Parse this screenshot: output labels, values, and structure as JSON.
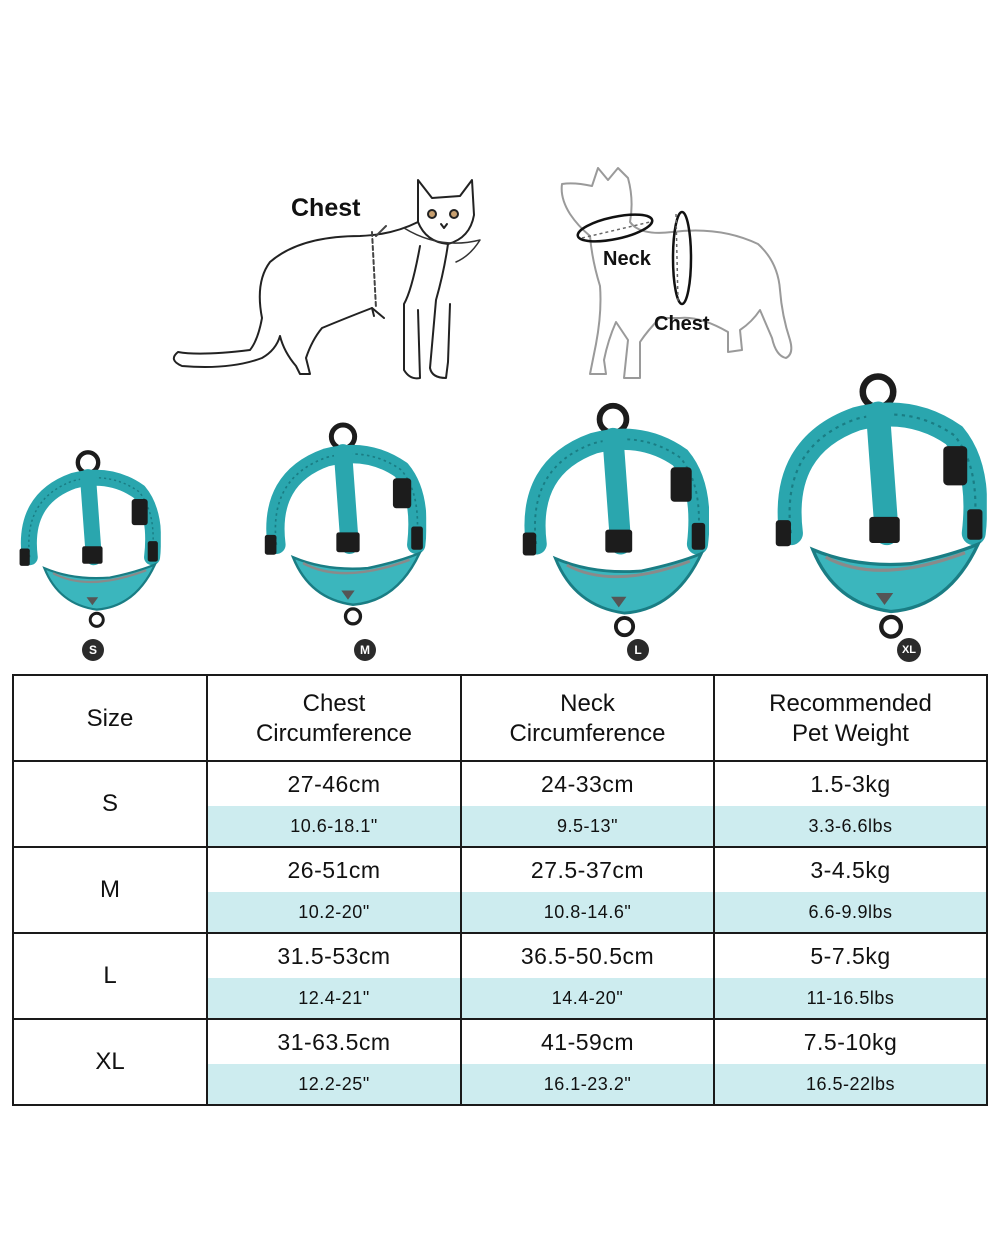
{
  "illustrations": {
    "cat_chest_label": "Chest",
    "dog_neck_label": "Neck",
    "dog_chest_label": "Chest"
  },
  "harness_color": "#2aa6ae",
  "harness_sizes": [
    "S",
    "M",
    "L",
    "XL"
  ],
  "table": {
    "headers": {
      "size": "Size",
      "chest": "Chest\nCircumference",
      "neck": "Neck\nCircumference",
      "weight": "Recommended\nPet Weight"
    },
    "rows": [
      {
        "size": "S",
        "chest_cm": "27-46cm",
        "chest_in": "10.6-18.1\"",
        "neck_cm": "24-33cm",
        "neck_in": "9.5-13\"",
        "weight_kg": "1.5-3kg",
        "weight_lbs": "3.3-6.6lbs"
      },
      {
        "size": "M",
        "chest_cm": "26-51cm",
        "chest_in": "10.2-20\"",
        "neck_cm": "27.5-37cm",
        "neck_in": "10.8-14.6\"",
        "weight_kg": "3-4.5kg",
        "weight_lbs": "6.6-9.9lbs"
      },
      {
        "size": "L",
        "chest_cm": "31.5-53cm",
        "chest_in": "12.4-21\"",
        "neck_cm": "36.5-50.5cm",
        "neck_in": "14.4-20\"",
        "weight_kg": "5-7.5kg",
        "weight_lbs": "11-16.5lbs"
      },
      {
        "size": "XL",
        "chest_cm": "31-63.5cm",
        "chest_in": "12.2-25\"",
        "neck_cm": "41-59cm",
        "neck_in": "16.1-23.2\"",
        "weight_kg": "7.5-10kg",
        "weight_lbs": "16.5-22lbs"
      }
    ],
    "accent_row_color": "#cdecef"
  }
}
